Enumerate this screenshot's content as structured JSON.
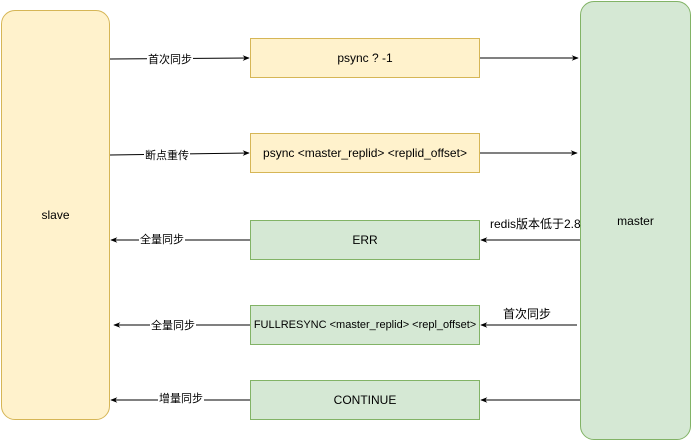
{
  "actors": {
    "slave": "slave",
    "master": "master"
  },
  "messages": [
    {
      "text": "psync ? -1"
    },
    {
      "text": "psync <master_replid> <replid_offset>"
    },
    {
      "text": "ERR"
    },
    {
      "text": "FULLRESYNC <master_replid> <repl_offset>"
    },
    {
      "text": "CONTINUE"
    }
  ],
  "edge_labels": [
    "首次同步",
    "断点重传",
    "全量同步",
    "全量同步",
    "增量同步",
    "redis版本低于2.8",
    "首次同步"
  ],
  "colors": {
    "slave_fill": "#fff2cc",
    "slave_stroke": "#d6b656",
    "master_fill": "#d5e8d4",
    "master_stroke": "#82b366",
    "line": "#000000"
  }
}
